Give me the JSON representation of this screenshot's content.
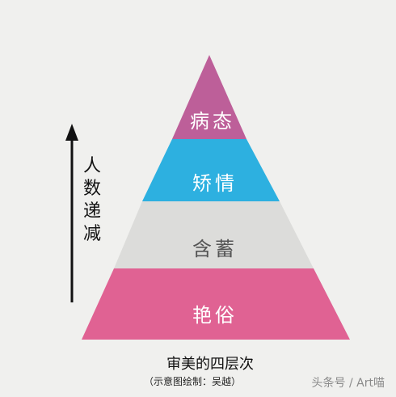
{
  "diagram": {
    "tiers": [
      {
        "label": "病态",
        "color": "#bd5f99",
        "text_color": "#ffffff"
      },
      {
        "label": "矫情",
        "color": "#2db0e0",
        "text_color": "#ffffff"
      },
      {
        "label": "含蓄",
        "color": "#dcdcda",
        "text_color": "#555555"
      },
      {
        "label": "艳俗",
        "color": "#e06293",
        "text_color": "#ffffff"
      }
    ],
    "arrow_label": [
      "人",
      "数",
      "递",
      "减"
    ],
    "caption": "审美的四层次",
    "subcaption": "（示意图绘制：吴越）",
    "watermark": "头条号 / Art喵"
  },
  "colors": {
    "background": "#f0f0ee",
    "arrow": "#111111"
  }
}
